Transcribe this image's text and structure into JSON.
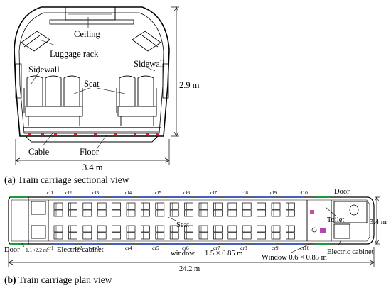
{
  "section_view": {
    "labels": {
      "ceiling": "Ceiling",
      "luggage_rack": "Luggage rack",
      "sidewall_left": "Sidewall",
      "sidewall_right": "Sidewall",
      "seat": "Seat",
      "cable": "Cable",
      "floor": "Floor"
    },
    "height_dim": "2.9 m",
    "width_dim": "3.4 m",
    "caption_letter": "(a)",
    "caption_text": " Train carriage sectional view"
  },
  "plan_view": {
    "cl_labels": [
      "cl1",
      "cl2",
      "cl3",
      "cl4",
      "cl5",
      "cl6",
      "cl7",
      "cl8",
      "cl9",
      "cl10"
    ],
    "cr_labels": [
      "cr1",
      "cr2",
      "cr3",
      "cr4",
      "cr5",
      "cr6",
      "cr7",
      "cr8",
      "cr9",
      "cr10"
    ],
    "labels": {
      "door_top": "Door",
      "toilet": "Toilet",
      "seat": "Seat",
      "door_left": "Door",
      "door_size": "1.1×2.2 m",
      "electric_cabinet_left": "Electric cabinet",
      "window": "window",
      "window_size": "1.5 × 0.85 m",
      "window_small": "Window 0.6 × 0.85 m",
      "electric_cabinet_right": "Electric cabinet"
    },
    "width_dim": "3.4 m",
    "length_dim": "24.2 m",
    "caption_letter": "(b)",
    "caption_text": " Train carriage plan view"
  },
  "colors": {
    "cable_marker": "#d21f26",
    "window_line": "#1f3fbf",
    "door_line": "#1a9a3a"
  }
}
